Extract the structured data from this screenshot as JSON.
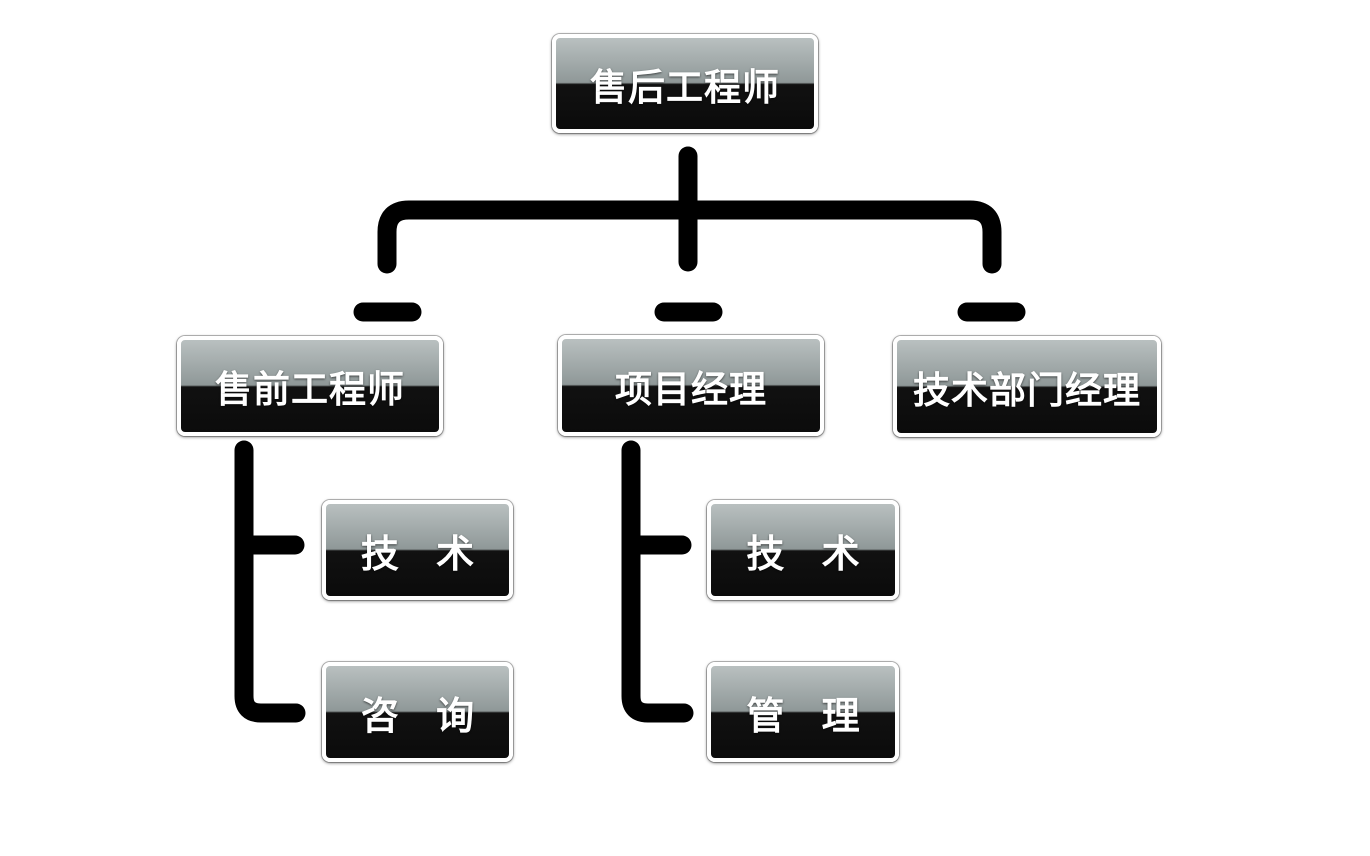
{
  "diagram": {
    "root": {
      "label": "售后工程师"
    },
    "level1": [
      {
        "label": "售前工程师"
      },
      {
        "label": "项目经理"
      },
      {
        "label": "技术部门经理"
      }
    ],
    "presales_children": [
      {
        "label": "技 术"
      },
      {
        "label": "咨 询"
      }
    ],
    "pm_children": [
      {
        "label": "技 术"
      },
      {
        "label": "管 理"
      }
    ],
    "colors": {
      "connector": "#000000",
      "box_top": "#b9c0c0",
      "box_bottom": "#0b0b0b",
      "box_border": "#ffffff",
      "text": "#ffffff"
    }
  }
}
